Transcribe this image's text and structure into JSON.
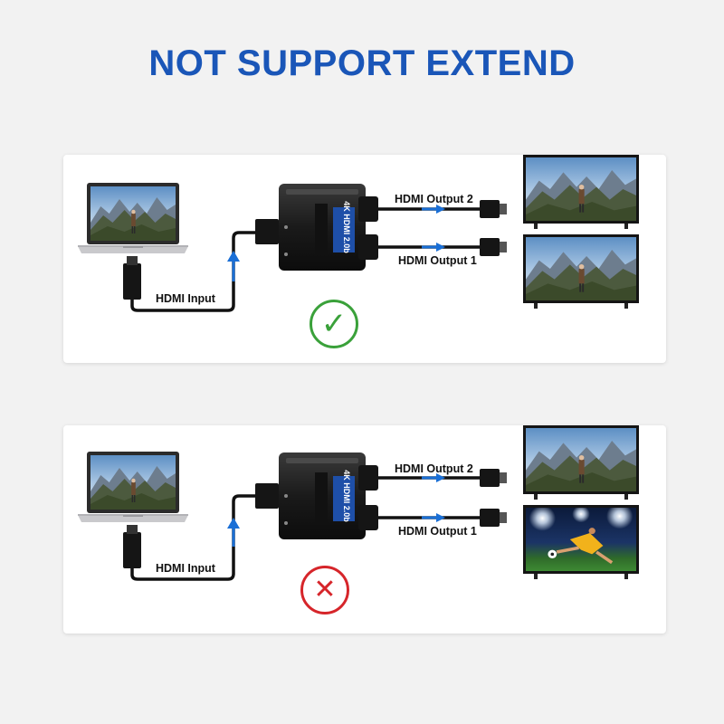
{
  "title": "NOT SUPPORT EXTEND",
  "colors": {
    "title": "#1a56b8",
    "arrow": "#1a6fd6",
    "check": "#3aa13a",
    "cross": "#d6252a"
  },
  "panels": [
    {
      "status": "supported",
      "status_icon": "check-icon",
      "status_glyph": "✓",
      "input_label": "HDMI Input",
      "output_2_label": "HDMI Output 2",
      "output_1_label": "HDMI Output 1",
      "splitter_text": "4K HDMI 2.0b",
      "tv_top_image": "landscape-hiker",
      "tv_bottom_image": "landscape-hiker"
    },
    {
      "status": "not-supported",
      "status_icon": "cross-icon",
      "status_glyph": "✕",
      "input_label": "HDMI Input",
      "output_2_label": "HDMI Output 2",
      "output_1_label": "HDMI Output 1",
      "splitter_text": "4K HDMI 2.0b",
      "tv_top_image": "landscape-hiker",
      "tv_bottom_image": "soccer-player"
    }
  ]
}
